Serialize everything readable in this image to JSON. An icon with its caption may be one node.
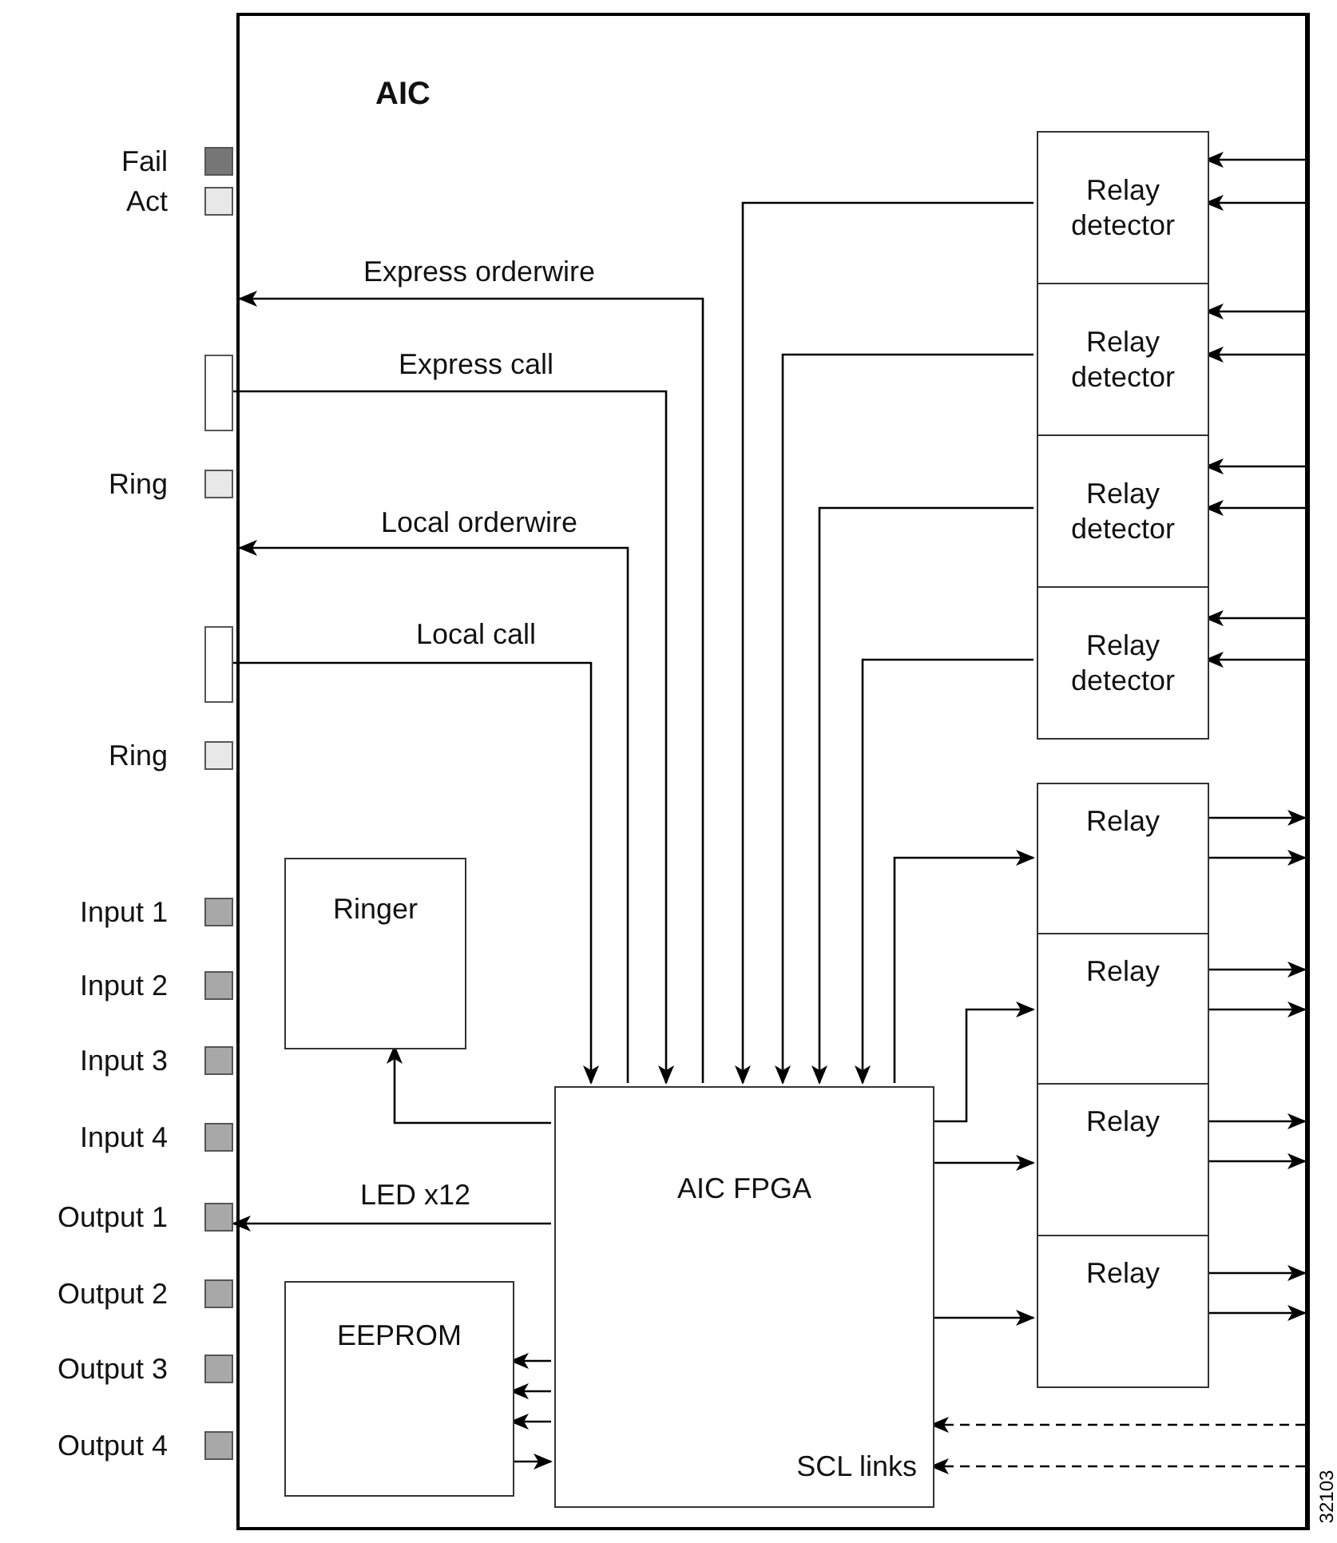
{
  "diagram": {
    "nodes": [
      {
        "text": [
          "AIC"
        ]
      },
      {
        "text": [],
        "shape": "box",
        "beside": [
          "Fail"
        ]
      },
      {
        "text": [],
        "shape": "box",
        "beside": [
          "Act"
        ]
      },
      {
        "text": [],
        "shape": "box"
      },
      {
        "text": [],
        "shape": "box",
        "beside": [
          "Ring"
        ]
      },
      {
        "text": [],
        "shape": "box"
      },
      {
        "text": [],
        "shape": "box",
        "beside": [
          "Ring"
        ]
      },
      {
        "text": [],
        "shape": "box",
        "beside": [
          "Input 1"
        ]
      },
      {
        "text": [],
        "shape": "box",
        "beside": [
          "Input 2"
        ]
      },
      {
        "text": [],
        "shape": "box",
        "beside": [
          "Input 3"
        ]
      },
      {
        "text": [],
        "shape": "box",
        "beside": [
          "Input 4"
        ]
      },
      {
        "text": [],
        "shape": "box",
        "beside": [
          "Output 1"
        ]
      },
      {
        "text": [],
        "shape": "box",
        "beside": [
          "Output 2"
        ]
      },
      {
        "text": [],
        "shape": "box",
        "beside": [
          "Output 3"
        ]
      },
      {
        "text": [],
        "shape": "box",
        "beside": [
          "Output 4"
        ]
      },
      {
        "text": [
          "Relay detector"
        ],
        "in": 0
      },
      {
        "text": [
          "Relay detector"
        ],
        "in": 0
      },
      {
        "text": [
          "Relay detector"
        ],
        "in": 0
      },
      {
        "text": [
          "Relay detector"
        ],
        "in": 0
      },
      {
        "text": [
          "Ringer"
        ],
        "in": 0
      },
      {
        "text": [
          "Relay"
        ],
        "in": 0
      },
      {
        "text": [
          "Relay"
        ],
        "in": 0
      },
      {
        "text": [
          "Relay"
        ],
        "in": 0
      },
      {
        "text": [
          "Relay"
        ],
        "in": 0
      },
      {
        "text": [
          "AIC FPGA",
          "SCL links"
        ],
        "in": 0
      },
      {
        "text": [
          "EEPROM"
        ],
        "in": 0
      }
    ],
    "edges": [
      {
        "from": 24,
        "to": null,
        "arrow": "to",
        "label": "Express orderwire"
      },
      {
        "from": 3,
        "to": 24,
        "arrow": "to",
        "label": "Express call"
      },
      {
        "from": 24,
        "to": null,
        "arrow": "to",
        "label": "Local orderwire"
      },
      {
        "from": 5,
        "to": 24,
        "arrow": "to",
        "label": "Local call"
      },
      {
        "from": 15,
        "to": 24,
        "arrow": "to"
      },
      {
        "from": 16,
        "to": 24,
        "arrow": "to"
      },
      {
        "from": 17,
        "to": 24,
        "arrow": "to"
      },
      {
        "from": 18,
        "to": 24,
        "arrow": "to"
      },
      {
        "from": null,
        "to": 15,
        "arrow": "to"
      },
      {
        "from": null,
        "to": 15,
        "arrow": "to"
      },
      {
        "from": null,
        "to": 16,
        "arrow": "to"
      },
      {
        "from": null,
        "to": 16,
        "arrow": "to"
      },
      {
        "from": null,
        "to": 17,
        "arrow": "to"
      },
      {
        "from": null,
        "to": 17,
        "arrow": "to"
      },
      {
        "from": null,
        "to": 18,
        "arrow": "to"
      },
      {
        "from": null,
        "to": 18,
        "arrow": "to"
      },
      {
        "from": 24,
        "to": 19,
        "arrow": "to"
      },
      {
        "from": 24,
        "to": 20,
        "arrow": "to"
      },
      {
        "from": 24,
        "to": 21,
        "arrow": "to"
      },
      {
        "from": 24,
        "to": 22,
        "arrow": "to"
      },
      {
        "from": 24,
        "to": 23,
        "arrow": "to"
      },
      {
        "from": 20,
        "to": null,
        "arrow": "to"
      },
      {
        "from": 20,
        "to": null,
        "arrow": "to"
      },
      {
        "from": 21,
        "to": null,
        "arrow": "to"
      },
      {
        "from": 21,
        "to": null,
        "arrow": "to"
      },
      {
        "from": 22,
        "to": null,
        "arrow": "to"
      },
      {
        "from": 22,
        "to": null,
        "arrow": "to"
      },
      {
        "from": 23,
        "to": null,
        "arrow": "to"
      },
      {
        "from": 23,
        "to": null,
        "arrow": "to"
      },
      {
        "from": 24,
        "to": 11,
        "arrow": "to",
        "label": "LED x12"
      },
      {
        "from": 24,
        "to": 25,
        "arrow": "to"
      },
      {
        "from": 24,
        "to": 25,
        "arrow": "to"
      },
      {
        "from": 24,
        "to": 25,
        "arrow": "to"
      },
      {
        "from": 25,
        "to": 24,
        "arrow": "to"
      },
      {
        "from": null,
        "to": 24,
        "arrow": "to",
        "style": "dashed"
      },
      {
        "from": null,
        "to": 24,
        "arrow": "to",
        "style": "dashed"
      }
    ],
    "labels": [
      "32103"
    ]
  }
}
